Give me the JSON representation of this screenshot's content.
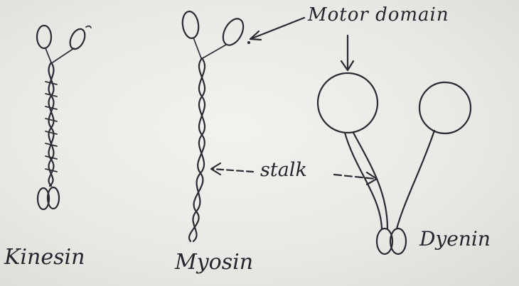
{
  "labels": {
    "kinesin": "Kinesin",
    "myosin": "Myosin",
    "dynein": "Dyenin",
    "motor_domain": "Motor domain",
    "stalk": "stalk"
  },
  "colors": {
    "ink": "#2a2a33",
    "paper": "#eeeeea"
  }
}
